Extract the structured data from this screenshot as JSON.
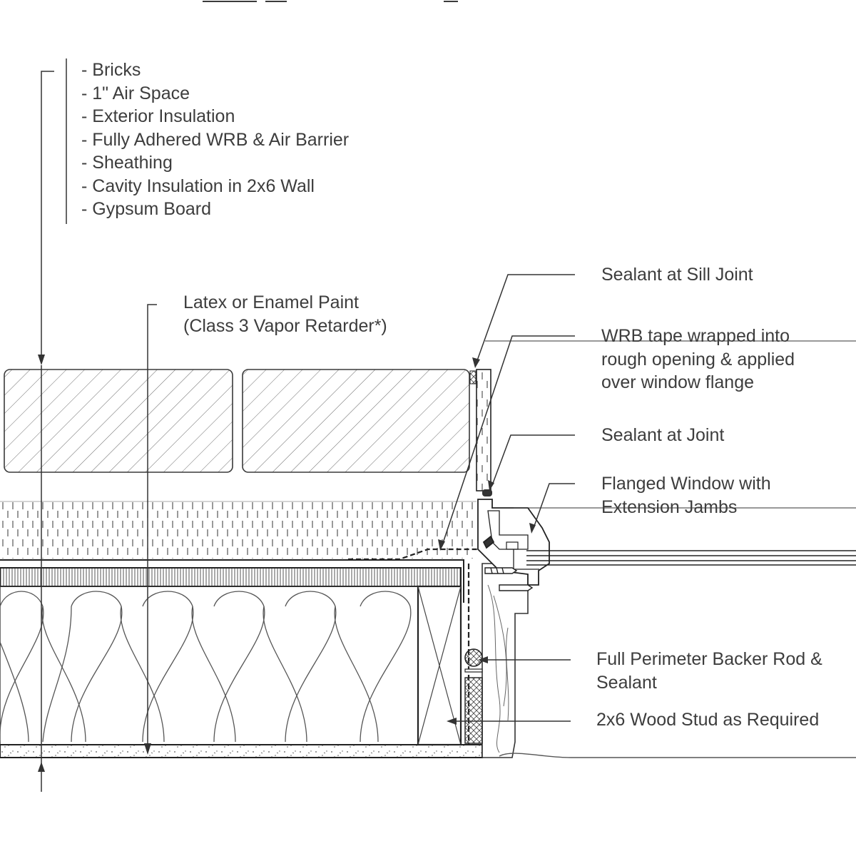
{
  "wall_assembly": {
    "layers": [
      "- Bricks",
      "- 1\" Air Space",
      "- Exterior Insulation",
      "- Fully Adhered WRB & Air Barrier",
      "- Sheathing",
      "- Cavity Insulation in 2x6 Wall",
      "- Gypsum Board"
    ]
  },
  "callouts": {
    "paint_line1": "Latex or Enamel Paint",
    "paint_line2": "(Class 3 Vapor Retarder*)",
    "sealant_sill": "Sealant at Sill Joint",
    "wrb_line1": "WRB tape wrapped into",
    "wrb_line2": "rough opening & applied",
    "wrb_line3": "over window flange",
    "sealant_joint": "Sealant at Joint",
    "window_line1": "Flanged Window with",
    "window_line2": "Extension Jambs",
    "backer_line1": "Full Perimeter Backer Rod &",
    "backer_line2": "Sealant",
    "stud": "2x6 Wood Stud as Required"
  },
  "colors": {
    "line": "#3a3a3a",
    "hatch": "#6a6a6a",
    "background": "#ffffff"
  }
}
